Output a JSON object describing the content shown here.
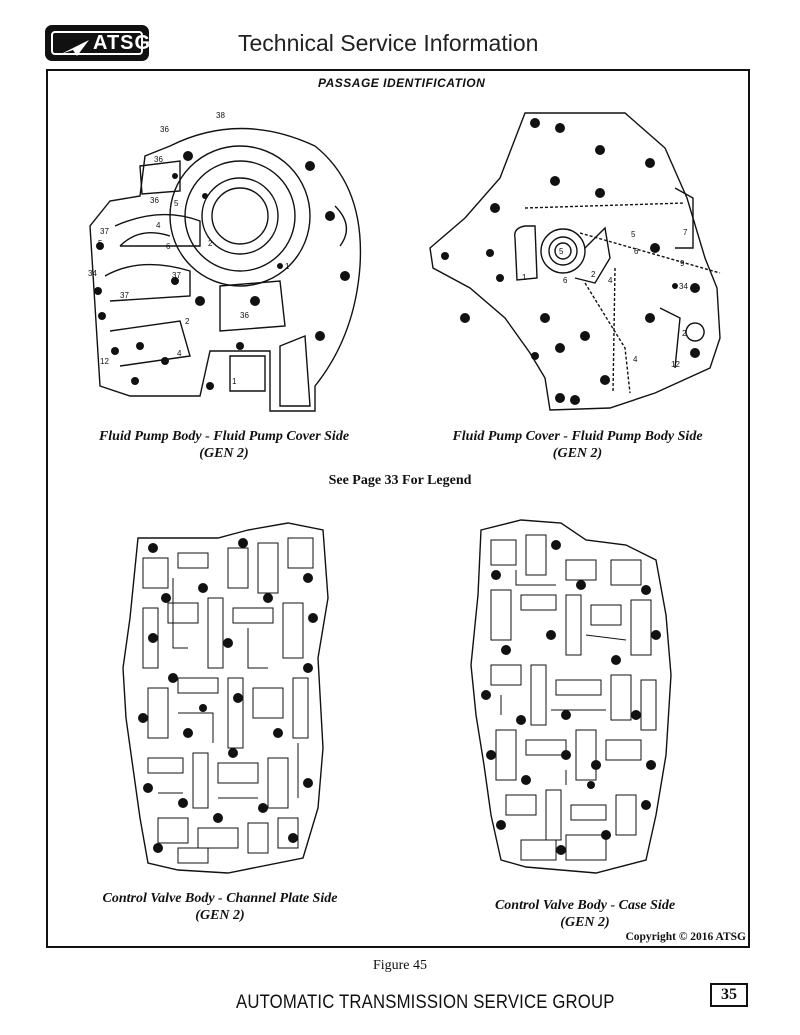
{
  "header": {
    "logo_text": "ATSG",
    "title": "Technical Service Information"
  },
  "section_title": "PASSAGE IDENTIFICATION",
  "figures": {
    "pump_body": {
      "caption_line1": "Fluid Pump Body - Fluid Pump Cover Side",
      "caption_line2": "(GEN 2)",
      "labels": [
        "38",
        "36",
        "36",
        "36",
        "5",
        "37",
        "4",
        "2",
        "5",
        "6",
        "34",
        "37",
        "37",
        "1",
        "36",
        "2",
        "12",
        "4",
        "1"
      ]
    },
    "pump_cover": {
      "caption_line1": "Fluid Pump Cover - Fluid Pump Body Side",
      "caption_line2": "(GEN 2)",
      "labels": [
        "5",
        "6",
        "5",
        "7",
        "9",
        "2",
        "6",
        "4",
        "1",
        "34",
        "2",
        "4",
        "12"
      ]
    },
    "channel_plate": {
      "caption_line1": "Control Valve Body - Channel Plate Side",
      "caption_line2": "(GEN 2)"
    },
    "case_side": {
      "caption_line1": "Control Valve Body - Case Side",
      "caption_line2": "(GEN 2)"
    }
  },
  "legend_note": "See Page 33 For Legend",
  "copyright": "Copyright © 2016 ATSG",
  "figure_label": "Figure 45",
  "footer": {
    "company": "AUTOMATIC TRANSMISSION SERVICE GROUP",
    "page_number": "35"
  }
}
